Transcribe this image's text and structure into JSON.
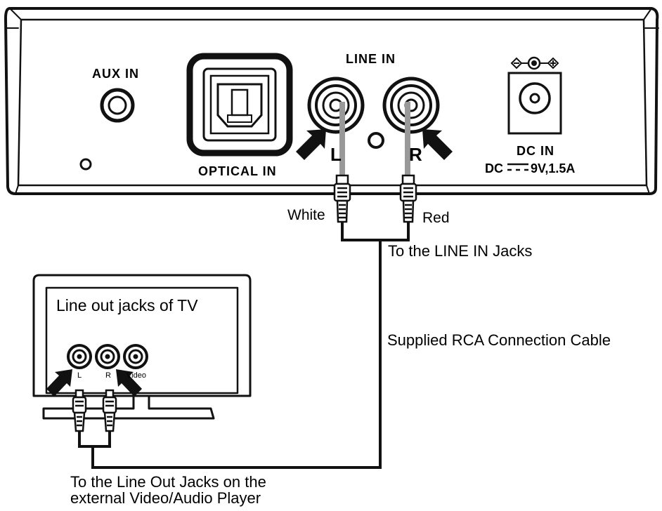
{
  "device": {
    "aux_in_label": "AUX IN",
    "optical_in_label": "OPTICAL IN",
    "line_in_label": "LINE IN",
    "left_channel_label": "L",
    "right_channel_label": "R",
    "dc_in_label": "DC IN",
    "dc_rating_prefix": "DC",
    "dc_rating_value": "9V,1.5A"
  },
  "cable": {
    "white_plug_label": "White",
    "red_plug_label": "Red",
    "to_line_in_label": "To the LINE IN Jacks",
    "cable_label": "Supplied RCA Connection Cable",
    "to_player_line1": "To  the Line Out Jacks on the",
    "to_player_line2": "external Video/Audio Player"
  },
  "tv": {
    "title": "Line out jacks of TV",
    "jack_l_label": "L",
    "jack_r_label": "R",
    "jack_video_label": "Video"
  },
  "colors": {
    "line": "#111111",
    "plug_stem_gray": "#999999"
  }
}
